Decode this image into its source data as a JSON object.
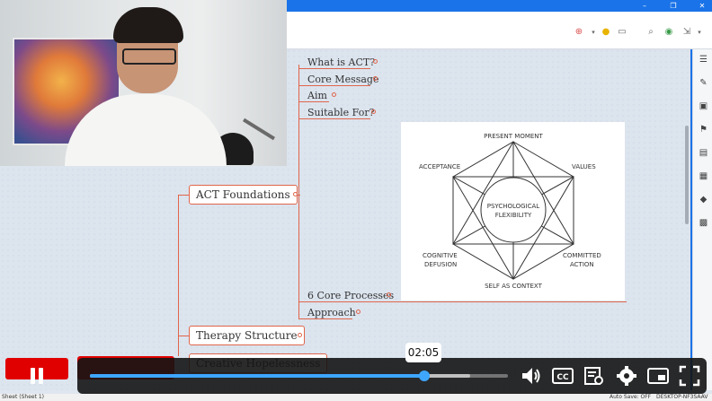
{
  "window": {
    "minimize": "–",
    "maximize": "❐",
    "close": "✕"
  },
  "mindmap": {
    "subtopics": [
      {
        "label": "What is ACT?"
      },
      {
        "label": "Core Message"
      },
      {
        "label": "Aim"
      },
      {
        "label": "Suitable For?"
      }
    ],
    "main_topics": [
      {
        "label": "ACT Foundations"
      },
      {
        "label": "Therapy Structure"
      },
      {
        "label": "Creative Hopelessness"
      }
    ],
    "lower_subtopics": [
      {
        "label": "6 Core Processes"
      },
      {
        "label": "Approach"
      }
    ],
    "branch_color": "#e0654a"
  },
  "hexaflex": {
    "top": "PRESENT MOMENT",
    "left_top": "ACCEPTANCE",
    "right_top": "VALUES",
    "center_line1": "PSYCHOLOGICAL",
    "center_line2": "FLEXIBILITY",
    "left_bottom_line1": "COGNITIVE",
    "left_bottom_line2": "DEFUSION",
    "right_bottom_line1": "COMMITTED",
    "right_bottom_line2": "ACTION",
    "bottom": "SELF AS CONTEXT"
  },
  "player": {
    "time_tooltip": "02:05",
    "progress_fraction": 0.8,
    "buffered_fraction": 0.91,
    "accent": "#3ea6ff",
    "controls": {
      "pause": "pause-icon",
      "volume": "volume-icon",
      "captions": "CC",
      "transcript": "transcript-icon",
      "settings": "gear-icon",
      "pip": "picture-in-picture-icon",
      "fullscreen": "fullscreen-icon"
    }
  },
  "statusbar": {
    "sheet": "Sheet (Sheet 1)",
    "autosave": "Auto Save: OFF",
    "host": "DESKTOP-NF3SAAV"
  }
}
